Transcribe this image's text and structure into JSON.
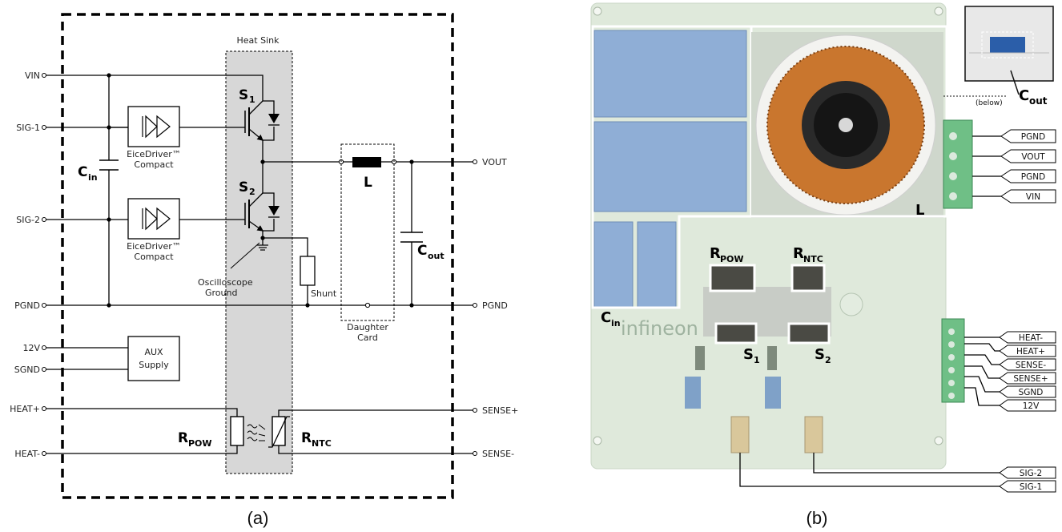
{
  "left_panel": {
    "caption": "(a)",
    "heat_sink_label": "Heat Sink",
    "inputs": [
      "VIN",
      "SIG-1",
      "SIG-2",
      "PGND",
      "12V",
      "SGND",
      "HEAT+",
      "HEAT-"
    ],
    "outputs": [
      "VOUT",
      "PGND",
      "SENSE+",
      "SENSE-"
    ],
    "driver1": {
      "line1": "EiceDriver™",
      "line2": "Compact"
    },
    "driver2": {
      "line1": "EiceDriver™",
      "line2": "Compact"
    },
    "aux": {
      "line1": "AUX",
      "line2": "Supply"
    },
    "osc": {
      "line1": "Oscilloscope",
      "line2": "Ground"
    },
    "shunt_label": "Shunt",
    "daughter": {
      "line1": "Daughter",
      "line2": "Card"
    },
    "cin": {
      "main": "C",
      "sub": "in"
    },
    "cout": {
      "main": "C",
      "sub": "out"
    },
    "s1": {
      "main": "S",
      "sub": "1"
    },
    "s2": {
      "main": "S",
      "sub": "2"
    },
    "l_label": "L",
    "rpow": {
      "main": "R",
      "sub": "POW"
    },
    "rntc": {
      "main": "R",
      "sub": "NTC"
    }
  },
  "right_panel": {
    "caption": "(b)",
    "brand": "infineon",
    "below_label": "(below)",
    "cout": {
      "main": "C",
      "sub": "out"
    },
    "cin": {
      "main": "C",
      "sub": "in"
    },
    "l_label": "L",
    "rpow": {
      "main": "R",
      "sub": "POW"
    },
    "rntc": {
      "main": "R",
      "sub": "NTC"
    },
    "s1": {
      "main": "S",
      "sub": "1"
    },
    "s2": {
      "main": "S",
      "sub": "2"
    },
    "top_tags": [
      "PGND",
      "VOUT",
      "PGND",
      "VIN"
    ],
    "mid_tags": [
      "HEAT-",
      "HEAT+",
      "SENSE-",
      "SENSE+",
      "SGND",
      "12V"
    ],
    "bottom_tags": [
      "SIG-2",
      "SIG-1"
    ]
  },
  "colors": {
    "heat_sink": "#d7d7d7",
    "board": "#dfe9db",
    "blue_cap": "#8faed6",
    "copper": "#c9762e"
  }
}
